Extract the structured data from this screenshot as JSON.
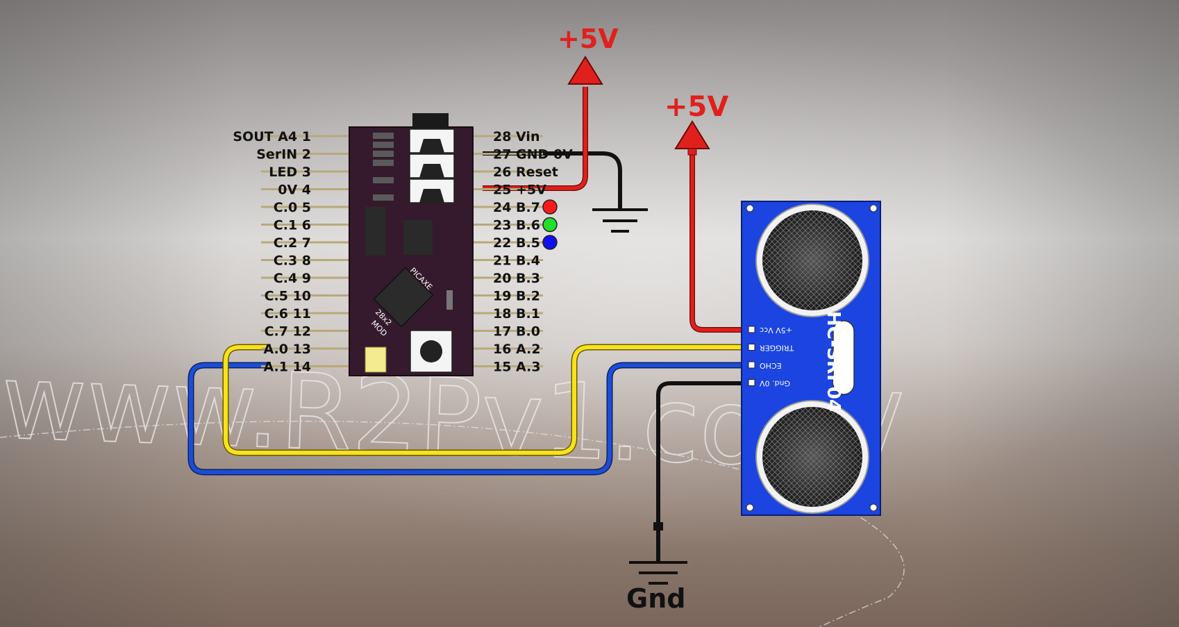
{
  "watermark": "www.R2Pv1.com/",
  "power": {
    "vplus_label_1": "+5V",
    "vplus_label_2": "+5V",
    "ground_label": "Gnd"
  },
  "colors": {
    "yellow_wire": "#f7e21c",
    "blue_wire": "#1a4ed8",
    "red_wire": "#e0201c",
    "black_wire": "#1a1a1a",
    "module_board": "#341a2c",
    "sensor_board": "#1b44e0"
  },
  "picaxe": {
    "chip_text_1": "PICAXE",
    "chip_text_2": "28x2",
    "chip_text_3": "MOD",
    "left_pins": [
      "SOUT A4  1",
      "SerIN 2",
      "LED 3",
      "0V 4",
      "C.0  5",
      "C.1  6",
      "C.2  7",
      "C.3  8",
      "C.4  9",
      "C.5  10",
      "C.6  11",
      "C.7  12",
      "A.0  13",
      "A.1  14"
    ],
    "right_pins": [
      "28  Vin",
      "27  GND 0V",
      "26  Reset",
      "25  +5V",
      "24  B.7",
      "23  B.6",
      "22  B.5",
      "21  B.4",
      "20  B.3",
      "19  B.2",
      "18  B.1",
      "17  B.0",
      "16  A.2",
      "15  A.3"
    ],
    "leds": [
      {
        "pin": "B.7",
        "color": "#ff1a1a"
      },
      {
        "pin": "B.6",
        "color": "#22e02a"
      },
      {
        "pin": "B.5",
        "color": "#1010ee"
      }
    ]
  },
  "sensor": {
    "title": "HC-SRF04",
    "pins": [
      "+5V Vcc",
      "TRIGGER",
      "ECHO",
      "Gnd. 0V"
    ]
  }
}
